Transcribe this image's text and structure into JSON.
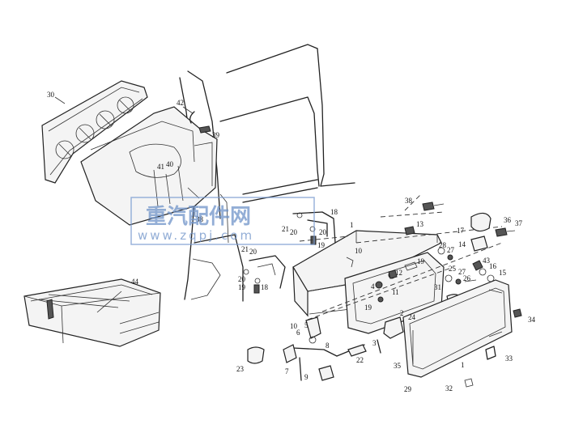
{
  "watermark": {
    "title": "重汽配件网",
    "url": "www.zqpj.com"
  },
  "callouts": [
    {
      "id": "c30",
      "text": "30"
    },
    {
      "id": "c42",
      "text": "42"
    },
    {
      "id": "c39",
      "text": "39"
    },
    {
      "id": "c41",
      "text": "41"
    },
    {
      "id": "c40",
      "text": "40"
    },
    {
      "id": "c38a",
      "text": "38"
    },
    {
      "id": "c44",
      "text": "44"
    },
    {
      "id": "c38b",
      "text": "38"
    },
    {
      "id": "c18a",
      "text": "18"
    },
    {
      "id": "c1a",
      "text": "1"
    },
    {
      "id": "c13",
      "text": "13"
    },
    {
      "id": "c21a",
      "text": "21"
    },
    {
      "id": "c20a",
      "text": "20"
    },
    {
      "id": "c19a",
      "text": "19"
    },
    {
      "id": "c20b",
      "text": "20"
    },
    {
      "id": "c21b",
      "text": "21"
    },
    {
      "id": "c20c",
      "text": "20"
    },
    {
      "id": "c20d",
      "text": "20"
    },
    {
      "id": "c19b",
      "text": "19"
    },
    {
      "id": "c18b",
      "text": "18"
    },
    {
      "id": "c10a",
      "text": "10"
    },
    {
      "id": "c12",
      "text": "12"
    },
    {
      "id": "c19c",
      "text": "19"
    },
    {
      "id": "c4",
      "text": "4"
    },
    {
      "id": "c11",
      "text": "11"
    },
    {
      "id": "c31",
      "text": "31"
    },
    {
      "id": "c17",
      "text": "17"
    },
    {
      "id": "c36",
      "text": "36"
    },
    {
      "id": "c37",
      "text": "37"
    },
    {
      "id": "c14",
      "text": "14"
    },
    {
      "id": "c28",
      "text": "28"
    },
    {
      "id": "c27a",
      "text": "27"
    },
    {
      "id": "c43",
      "text": "43"
    },
    {
      "id": "c16",
      "text": "16"
    },
    {
      "id": "c25",
      "text": "25"
    },
    {
      "id": "c27b",
      "text": "27"
    },
    {
      "id": "c26",
      "text": "26"
    },
    {
      "id": "c15",
      "text": "15"
    },
    {
      "id": "c19d",
      "text": "19"
    },
    {
      "id": "c2",
      "text": "2"
    },
    {
      "id": "c24",
      "text": "24"
    },
    {
      "id": "c3",
      "text": "3"
    },
    {
      "id": "c10b",
      "text": "10"
    },
    {
      "id": "c6",
      "text": "6"
    },
    {
      "id": "c5",
      "text": "5"
    },
    {
      "id": "c8",
      "text": "8"
    },
    {
      "id": "c34",
      "text": "34"
    },
    {
      "id": "c23",
      "text": "23"
    },
    {
      "id": "c7",
      "text": "7"
    },
    {
      "id": "c22",
      "text": "22"
    },
    {
      "id": "c9",
      "text": "9"
    },
    {
      "id": "c35",
      "text": "35"
    },
    {
      "id": "c33",
      "text": "33"
    },
    {
      "id": "c1b",
      "text": "1"
    },
    {
      "id": "c29",
      "text": "29"
    },
    {
      "id": "c32",
      "text": "32"
    }
  ]
}
